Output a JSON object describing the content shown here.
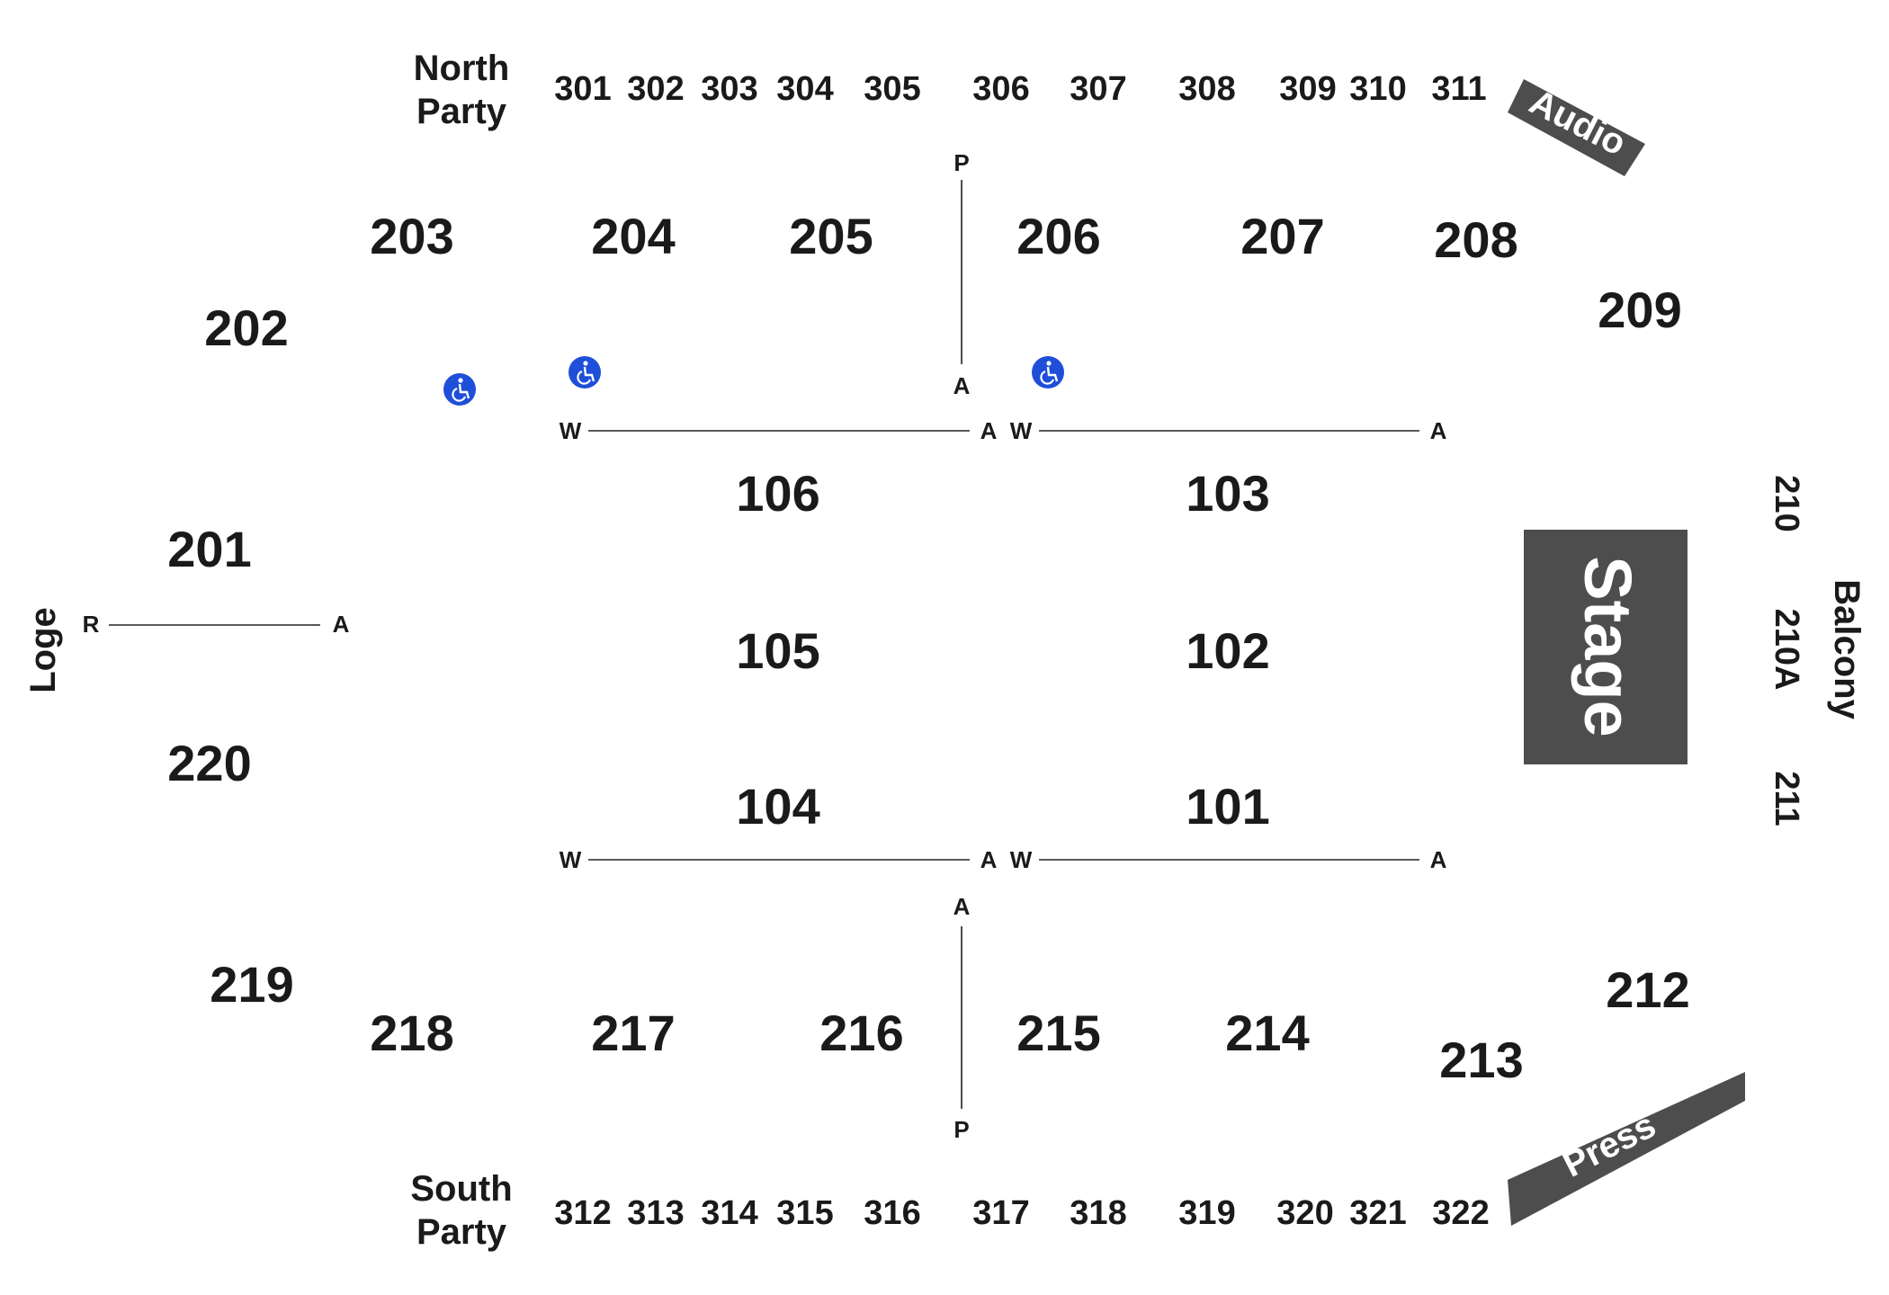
{
  "colors": {
    "background": "#ffffff",
    "text": "#1a1a1a",
    "stage": "#4d4d4d",
    "booth": "#4d4d4d",
    "booth_text": "#ffffff",
    "ada": "#1f4fd8"
  },
  "areas": {
    "north_party": {
      "line1": "North",
      "line2": "Party"
    },
    "south_party": {
      "line1": "South",
      "line2": "Party"
    },
    "loge": "Loge",
    "balcony": "Balcony",
    "stage": "Stage",
    "audio": "Audio",
    "press": "Press"
  },
  "sections": {
    "s301": "301",
    "s302": "302",
    "s303": "303",
    "s304": "304",
    "s305": "305",
    "s306": "306",
    "s307": "307",
    "s308": "308",
    "s309": "309",
    "s310": "310",
    "s311": "311",
    "s312": "312",
    "s313": "313",
    "s314": "314",
    "s315": "315",
    "s316": "316",
    "s317": "317",
    "s318": "318",
    "s319": "319",
    "s320": "320",
    "s321": "321",
    "s322": "322",
    "s201": "201",
    "s202": "202",
    "s203": "203",
    "s204": "204",
    "s205": "205",
    "s206": "206",
    "s207": "207",
    "s208": "208",
    "s209": "209",
    "s210": "210",
    "s210a": "210A",
    "s211": "211",
    "s212": "212",
    "s213": "213",
    "s214": "214",
    "s215": "215",
    "s216": "216",
    "s217": "217",
    "s218": "218",
    "s219": "219",
    "s220": "220",
    "s101": "101",
    "s102": "102",
    "s103": "103",
    "s104": "104",
    "s105": "105",
    "s106": "106"
  },
  "rows": {
    "p_top": "P",
    "a_top_vert": "A",
    "w_mid_left": "W",
    "a_mid_left": "A",
    "w_mid_right": "W",
    "a_mid_right": "A",
    "r_loge": "R",
    "a_loge": "A",
    "w_low_left": "W",
    "a_low_left": "A",
    "w_low_right": "W",
    "a_low_right": "A",
    "a_bot_vert": "A",
    "p_bot": "P"
  },
  "icons": {
    "ada": "wheelchair-icon"
  }
}
